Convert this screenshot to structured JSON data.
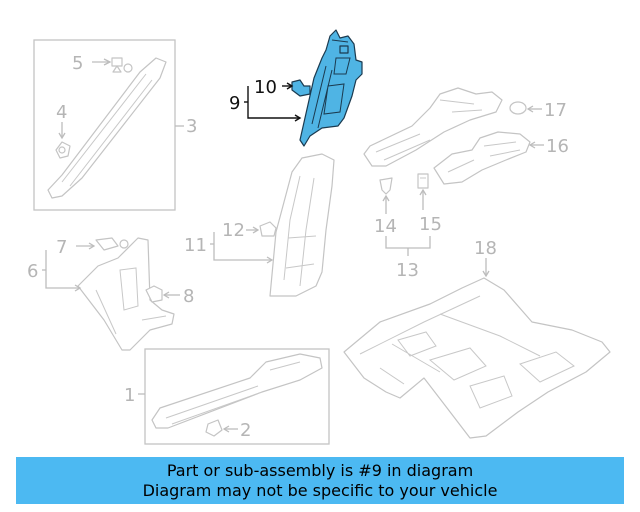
{
  "diagram": {
    "highlighted_part": "9",
    "callouts": {
      "c1": "1",
      "c2": "2",
      "c3": "3",
      "c4": "4",
      "c5": "5",
      "c6": "6",
      "c7": "7",
      "c8": "8",
      "c9": "9",
      "c10": "10",
      "c11": "11",
      "c12": "12",
      "c13": "13",
      "c14": "14",
      "c15": "15",
      "c16": "16",
      "c17": "17",
      "c18": "18"
    },
    "colors": {
      "highlight": "#4fb4e4",
      "banner": "#4cb9f2",
      "linework": "#c4c4c4"
    }
  },
  "banner": {
    "line1": "Part or sub-assembly is #9 in diagram",
    "line2": "Diagram may not be specific to your vehicle"
  }
}
